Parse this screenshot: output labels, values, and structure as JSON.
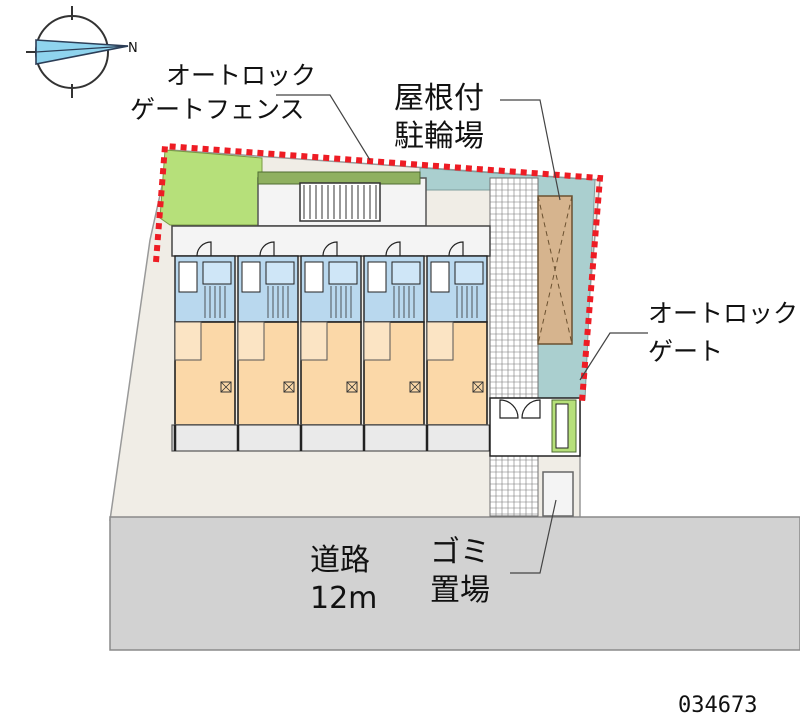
{
  "labels": {
    "autolock_fence_line1": "オートロック",
    "autolock_fence_line2": "ゲートフェンス",
    "roof_bike_line1": "屋根付",
    "roof_bike_line2": "駐輪場",
    "autolock_gate_line1": "オートロック",
    "autolock_gate_line2": "ゲート",
    "road_line1": "道路",
    "road_line2": "12m",
    "garbage_line1": "ゴミ",
    "garbage_line2": "置場",
    "property_id": "034673"
  },
  "compass": {
    "north_letter": "N"
  },
  "colors": {
    "boundary": "#ee1c24",
    "green": "#b6e07a",
    "water": "#b9d8ee",
    "room": "#fbd8a8",
    "road": "#d2d2d2",
    "walkway": "#f5efe3",
    "bike": "#d6b48e",
    "teal_ground": "#aacfcf"
  }
}
